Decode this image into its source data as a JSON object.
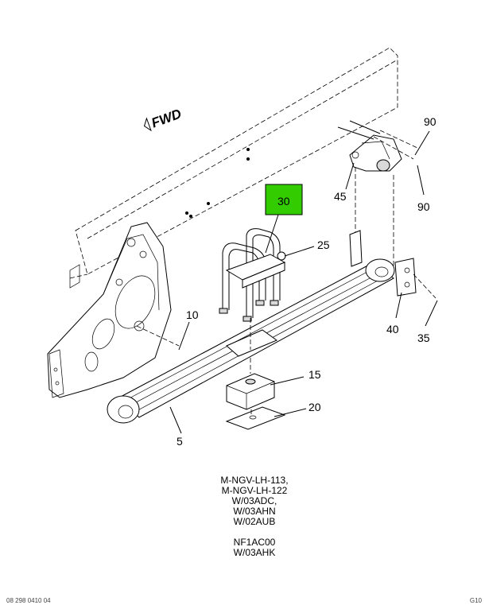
{
  "diagram": {
    "direction_label": "FWD",
    "callouts": {
      "c30": "30",
      "c25": "25",
      "c90_top": "90",
      "c90_bottom": "90",
      "c45": "45",
      "c10": "10",
      "c40": "40",
      "c35": "35",
      "c15": "15",
      "c20": "20",
      "c5": "5"
    },
    "highlight_color": "#33cc00"
  },
  "notes": {
    "lines1": [
      "M-NGV-LH-113,",
      "M-NGV-LH-122",
      "W/03ADC,",
      "W/03AHN",
      "W/02AUB"
    ],
    "lines2": [
      "NF1AC00",
      "W/03AHK"
    ]
  },
  "footer": {
    "left": "08 298 0410 04",
    "right": "G10"
  }
}
